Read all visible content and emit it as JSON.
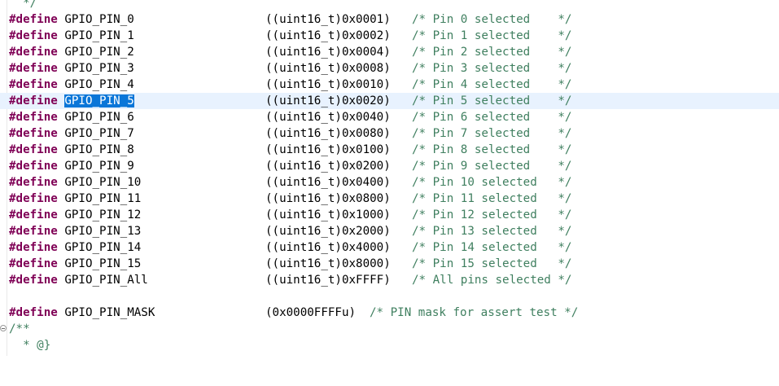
{
  "editor": {
    "top_comment_tail": "  */",
    "keyword": "#define",
    "defines": [
      {
        "name": "GPIO_PIN_0",
        "value": "((uint16_t)0x0001)",
        "comment": "/* Pin 0 selected    */"
      },
      {
        "name": "GPIO_PIN_1",
        "value": "((uint16_t)0x0002)",
        "comment": "/* Pin 1 selected    */"
      },
      {
        "name": "GPIO_PIN_2",
        "value": "((uint16_t)0x0004)",
        "comment": "/* Pin 2 selected    */"
      },
      {
        "name": "GPIO_PIN_3",
        "value": "((uint16_t)0x0008)",
        "comment": "/* Pin 3 selected    */"
      },
      {
        "name": "GPIO_PIN_4",
        "value": "((uint16_t)0x0010)",
        "comment": "/* Pin 4 selected    */"
      },
      {
        "name": "GPIO_PIN_5",
        "value": "((uint16_t)0x0020)",
        "comment": "/* Pin 5 selected    */",
        "selected": true
      },
      {
        "name": "GPIO_PIN_6",
        "value": "((uint16_t)0x0040)",
        "comment": "/* Pin 6 selected    */"
      },
      {
        "name": "GPIO_PIN_7",
        "value": "((uint16_t)0x0080)",
        "comment": "/* Pin 7 selected    */"
      },
      {
        "name": "GPIO_PIN_8",
        "value": "((uint16_t)0x0100)",
        "comment": "/* Pin 8 selected    */"
      },
      {
        "name": "GPIO_PIN_9",
        "value": "((uint16_t)0x0200)",
        "comment": "/* Pin 9 selected    */"
      },
      {
        "name": "GPIO_PIN_10",
        "value": "((uint16_t)0x0400)",
        "comment": "/* Pin 10 selected   */"
      },
      {
        "name": "GPIO_PIN_11",
        "value": "((uint16_t)0x0800)",
        "comment": "/* Pin 11 selected   */"
      },
      {
        "name": "GPIO_PIN_12",
        "value": "((uint16_t)0x1000)",
        "comment": "/* Pin 12 selected   */"
      },
      {
        "name": "GPIO_PIN_13",
        "value": "((uint16_t)0x2000)",
        "comment": "/* Pin 13 selected   */"
      },
      {
        "name": "GPIO_PIN_14",
        "value": "((uint16_t)0x4000)",
        "comment": "/* Pin 14 selected   */"
      },
      {
        "name": "GPIO_PIN_15",
        "value": "((uint16_t)0x8000)",
        "comment": "/* Pin 15 selected   */"
      },
      {
        "name": "GPIO_PIN_All",
        "value": "((uint16_t)0xFFFF)",
        "comment": "/* All pins selected */"
      }
    ],
    "mask": {
      "name": "GPIO_PIN_MASK",
      "value": "(0x0000FFFFu)",
      "comment": "/* PIN mask for assert test */"
    },
    "doc_open": "/**",
    "doc_close": "  * @}",
    "colors": {
      "keyword": "#7f0055",
      "comment": "#3f7f5f",
      "selection": "#0a76d8",
      "current_line": "#e8f2fe"
    }
  }
}
